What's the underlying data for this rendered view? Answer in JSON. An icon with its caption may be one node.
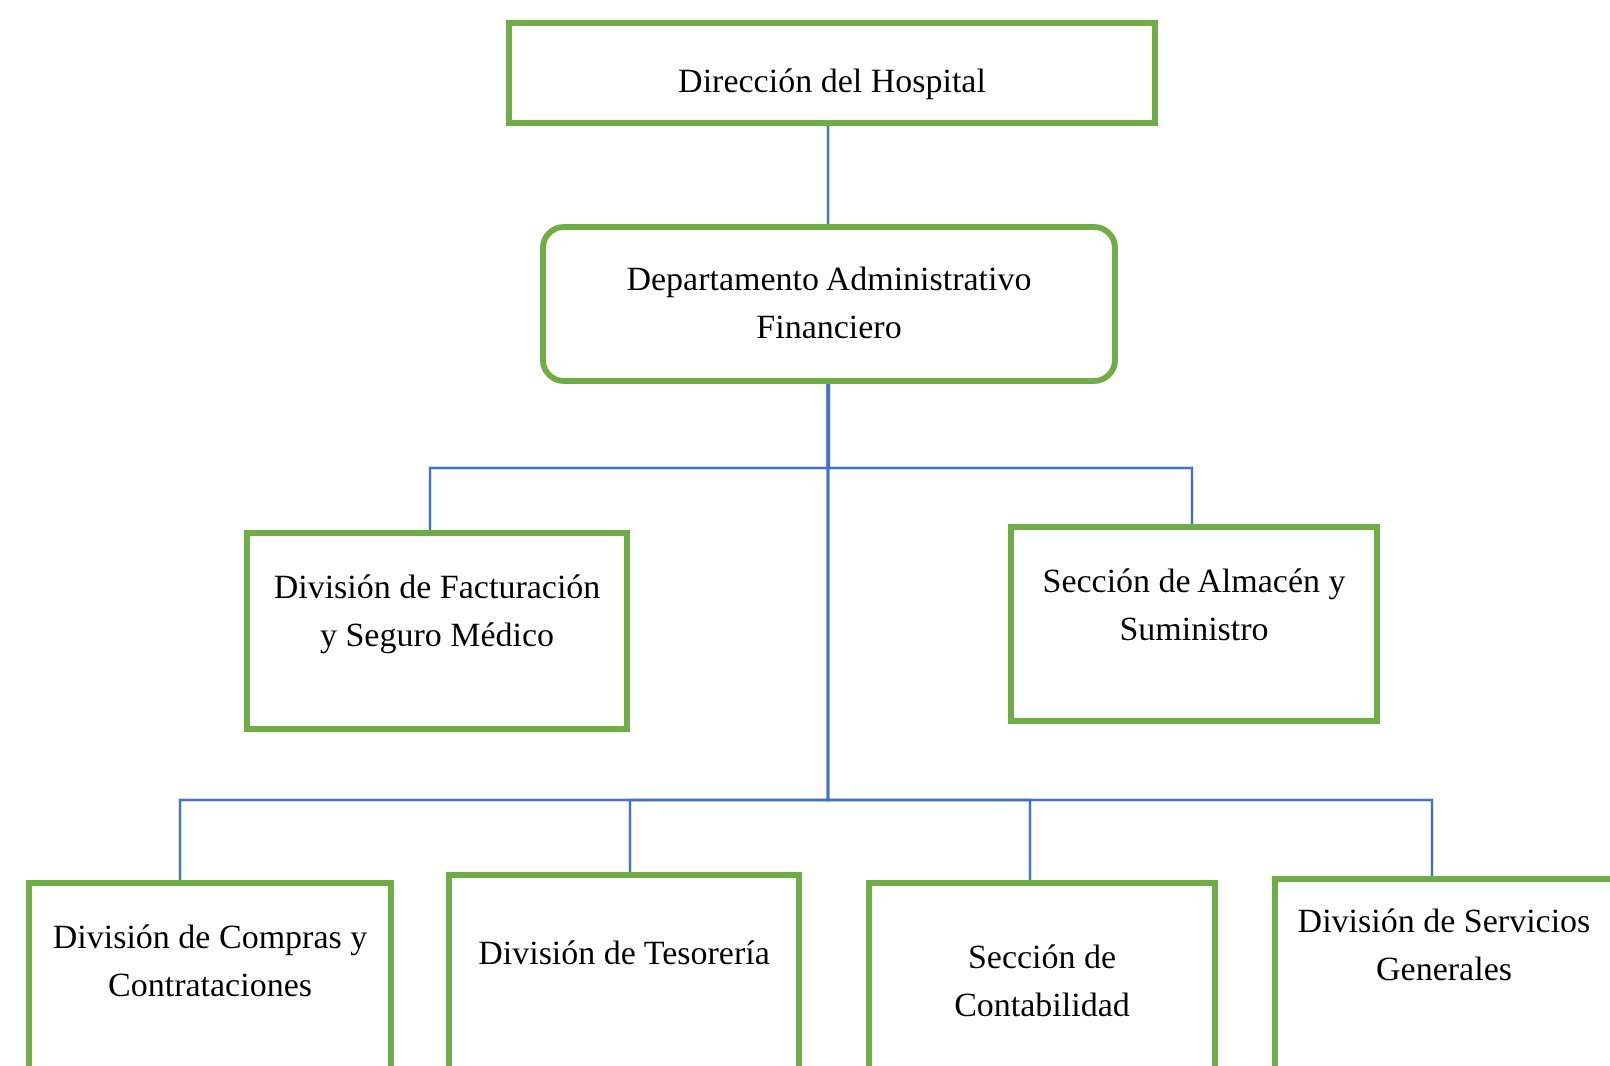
{
  "diagram": {
    "nodes": [
      {
        "text": [
          "Dirección del Hospital"
        ]
      },
      {
        "text": [
          "Departamento Administrativo Financiero"
        ]
      },
      {
        "text": [
          "División de Facturación y Seguro Médico"
        ]
      },
      {
        "text": [
          "Sección de Almacén y Suministro"
        ]
      },
      {
        "text": [
          "División de Compras y Contrataciones"
        ]
      },
      {
        "text": [
          "División de Tesorería"
        ]
      },
      {
        "text": [
          "Sección de Contabilidad"
        ]
      },
      {
        "text": [
          "División de Servicios Generales"
        ]
      }
    ],
    "edges": [
      {
        "from": 0,
        "to": 1,
        "arrow": "none"
      },
      {
        "from": 1,
        "to": 2,
        "arrow": "none"
      },
      {
        "from": 1,
        "to": 3,
        "arrow": "none"
      },
      {
        "from": 1,
        "to": 4,
        "arrow": "none"
      },
      {
        "from": 1,
        "to": 5,
        "arrow": "none"
      },
      {
        "from": 1,
        "to": 6,
        "arrow": "none"
      },
      {
        "from": 1,
        "to": 7,
        "arrow": "none"
      }
    ]
  }
}
